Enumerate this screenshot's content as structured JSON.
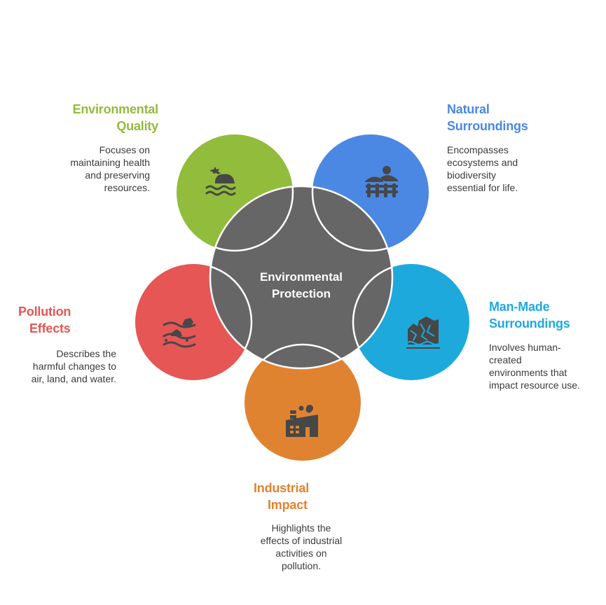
{
  "center": {
    "title_line1": "Environmental",
    "title_line2": "Protection",
    "color": "#666666"
  },
  "nodes": [
    {
      "id": "environmental-quality",
      "title_line1": "Environmental",
      "title_line2": "Quality",
      "desc_lines": [
        "Focuses on",
        "maintaining health",
        "and preserving",
        "resources."
      ],
      "color": "#92bc3b",
      "icon": "sun-cloud-water-icon"
    },
    {
      "id": "natural-surroundings",
      "title_line1": "Natural",
      "title_line2": "Surroundings",
      "desc_lines": [
        "Encompasses",
        "ecosystems and",
        "biodiversity",
        "essential for life."
      ],
      "color": "#4a88e4",
      "icon": "landscape-fence-icon"
    },
    {
      "id": "man-made-surroundings",
      "title_line1": "Man-Made",
      "title_line2": "Surroundings",
      "desc_lines": [
        "Involves human-",
        "created",
        "environments that",
        "impact resource use."
      ],
      "color": "#1ea9dc",
      "icon": "damaged-buildings-icon"
    },
    {
      "id": "industrial-impact",
      "title_line1": "Industrial",
      "title_line2": "Impact",
      "desc_lines": [
        "Highlights the",
        "effects of industrial",
        "activities on",
        "pollution."
      ],
      "color": "#e08330",
      "icon": "factory-icon"
    },
    {
      "id": "pollution-effects",
      "title_line1": "Pollution",
      "title_line2": "Effects",
      "desc_lines": [
        "Describes the",
        "harmful changes to",
        "air, land, and water."
      ],
      "color": "#e55655",
      "icon": "polluted-water-icon"
    }
  ],
  "icon_color": "#474747"
}
